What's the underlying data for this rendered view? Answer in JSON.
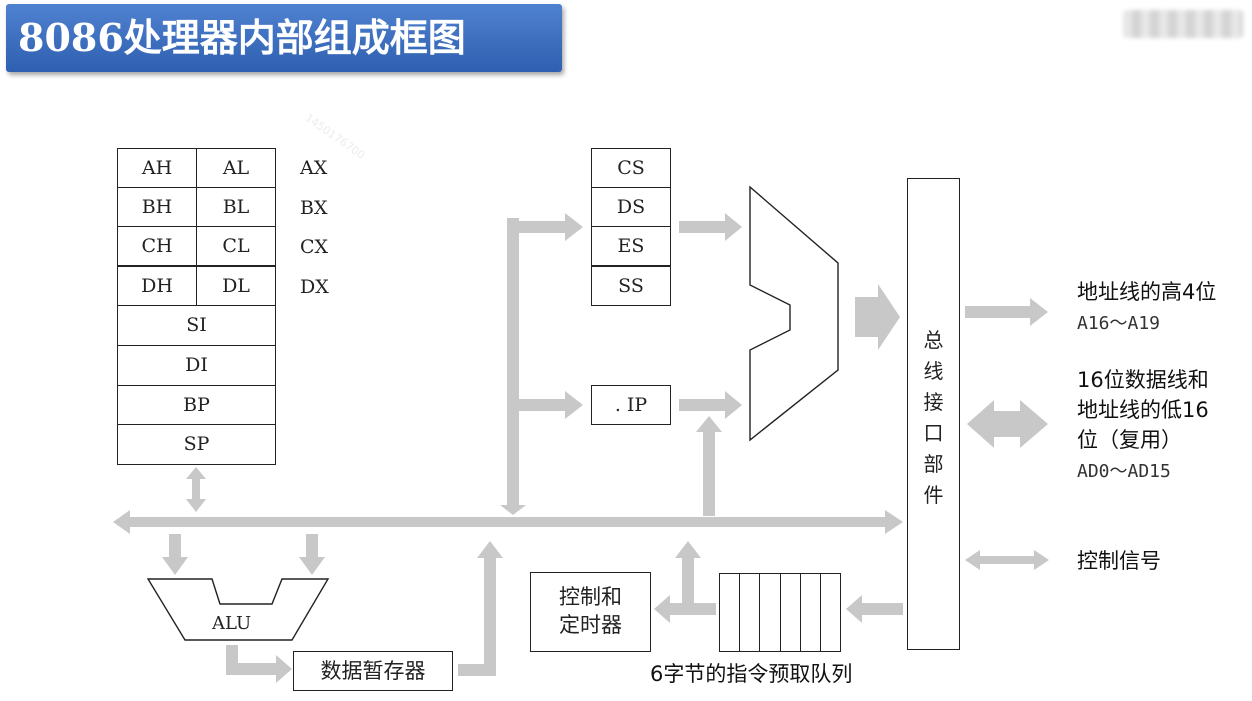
{
  "title": "8086处理器内部组成框图",
  "watermark": "1450176700",
  "general_registers": [
    {
      "high": "AH",
      "low": "AL",
      "pair": "AX"
    },
    {
      "high": "BH",
      "low": "BL",
      "pair": "BX"
    },
    {
      "high": "CH",
      "low": "CL",
      "pair": "CX"
    },
    {
      "high": "DH",
      "low": "DL",
      "pair": "DX"
    }
  ],
  "pointer_registers": [
    "SI",
    "DI",
    "BP",
    "SP"
  ],
  "segment_registers": [
    "CS",
    "DS",
    "ES",
    "SS"
  ],
  "ip_register": ". IP",
  "alu_label": "ALU",
  "temp_register_label": "数据暂存器",
  "control_timer_label": [
    "控制和",
    "定时器"
  ],
  "queue_label": "6字节的指令预取队列",
  "bus_interface_label": [
    "总",
    "线",
    "接",
    "口",
    "部",
    "件"
  ],
  "outputs": {
    "address_high_title": "地址线的高4位",
    "address_high_sub": "A16～A19",
    "data_addr_lines": [
      "16位数据线和",
      "地址线的低16",
      "位（复用）"
    ],
    "data_addr_sub": "AD0～AD15",
    "control_signal": "控制信号"
  }
}
